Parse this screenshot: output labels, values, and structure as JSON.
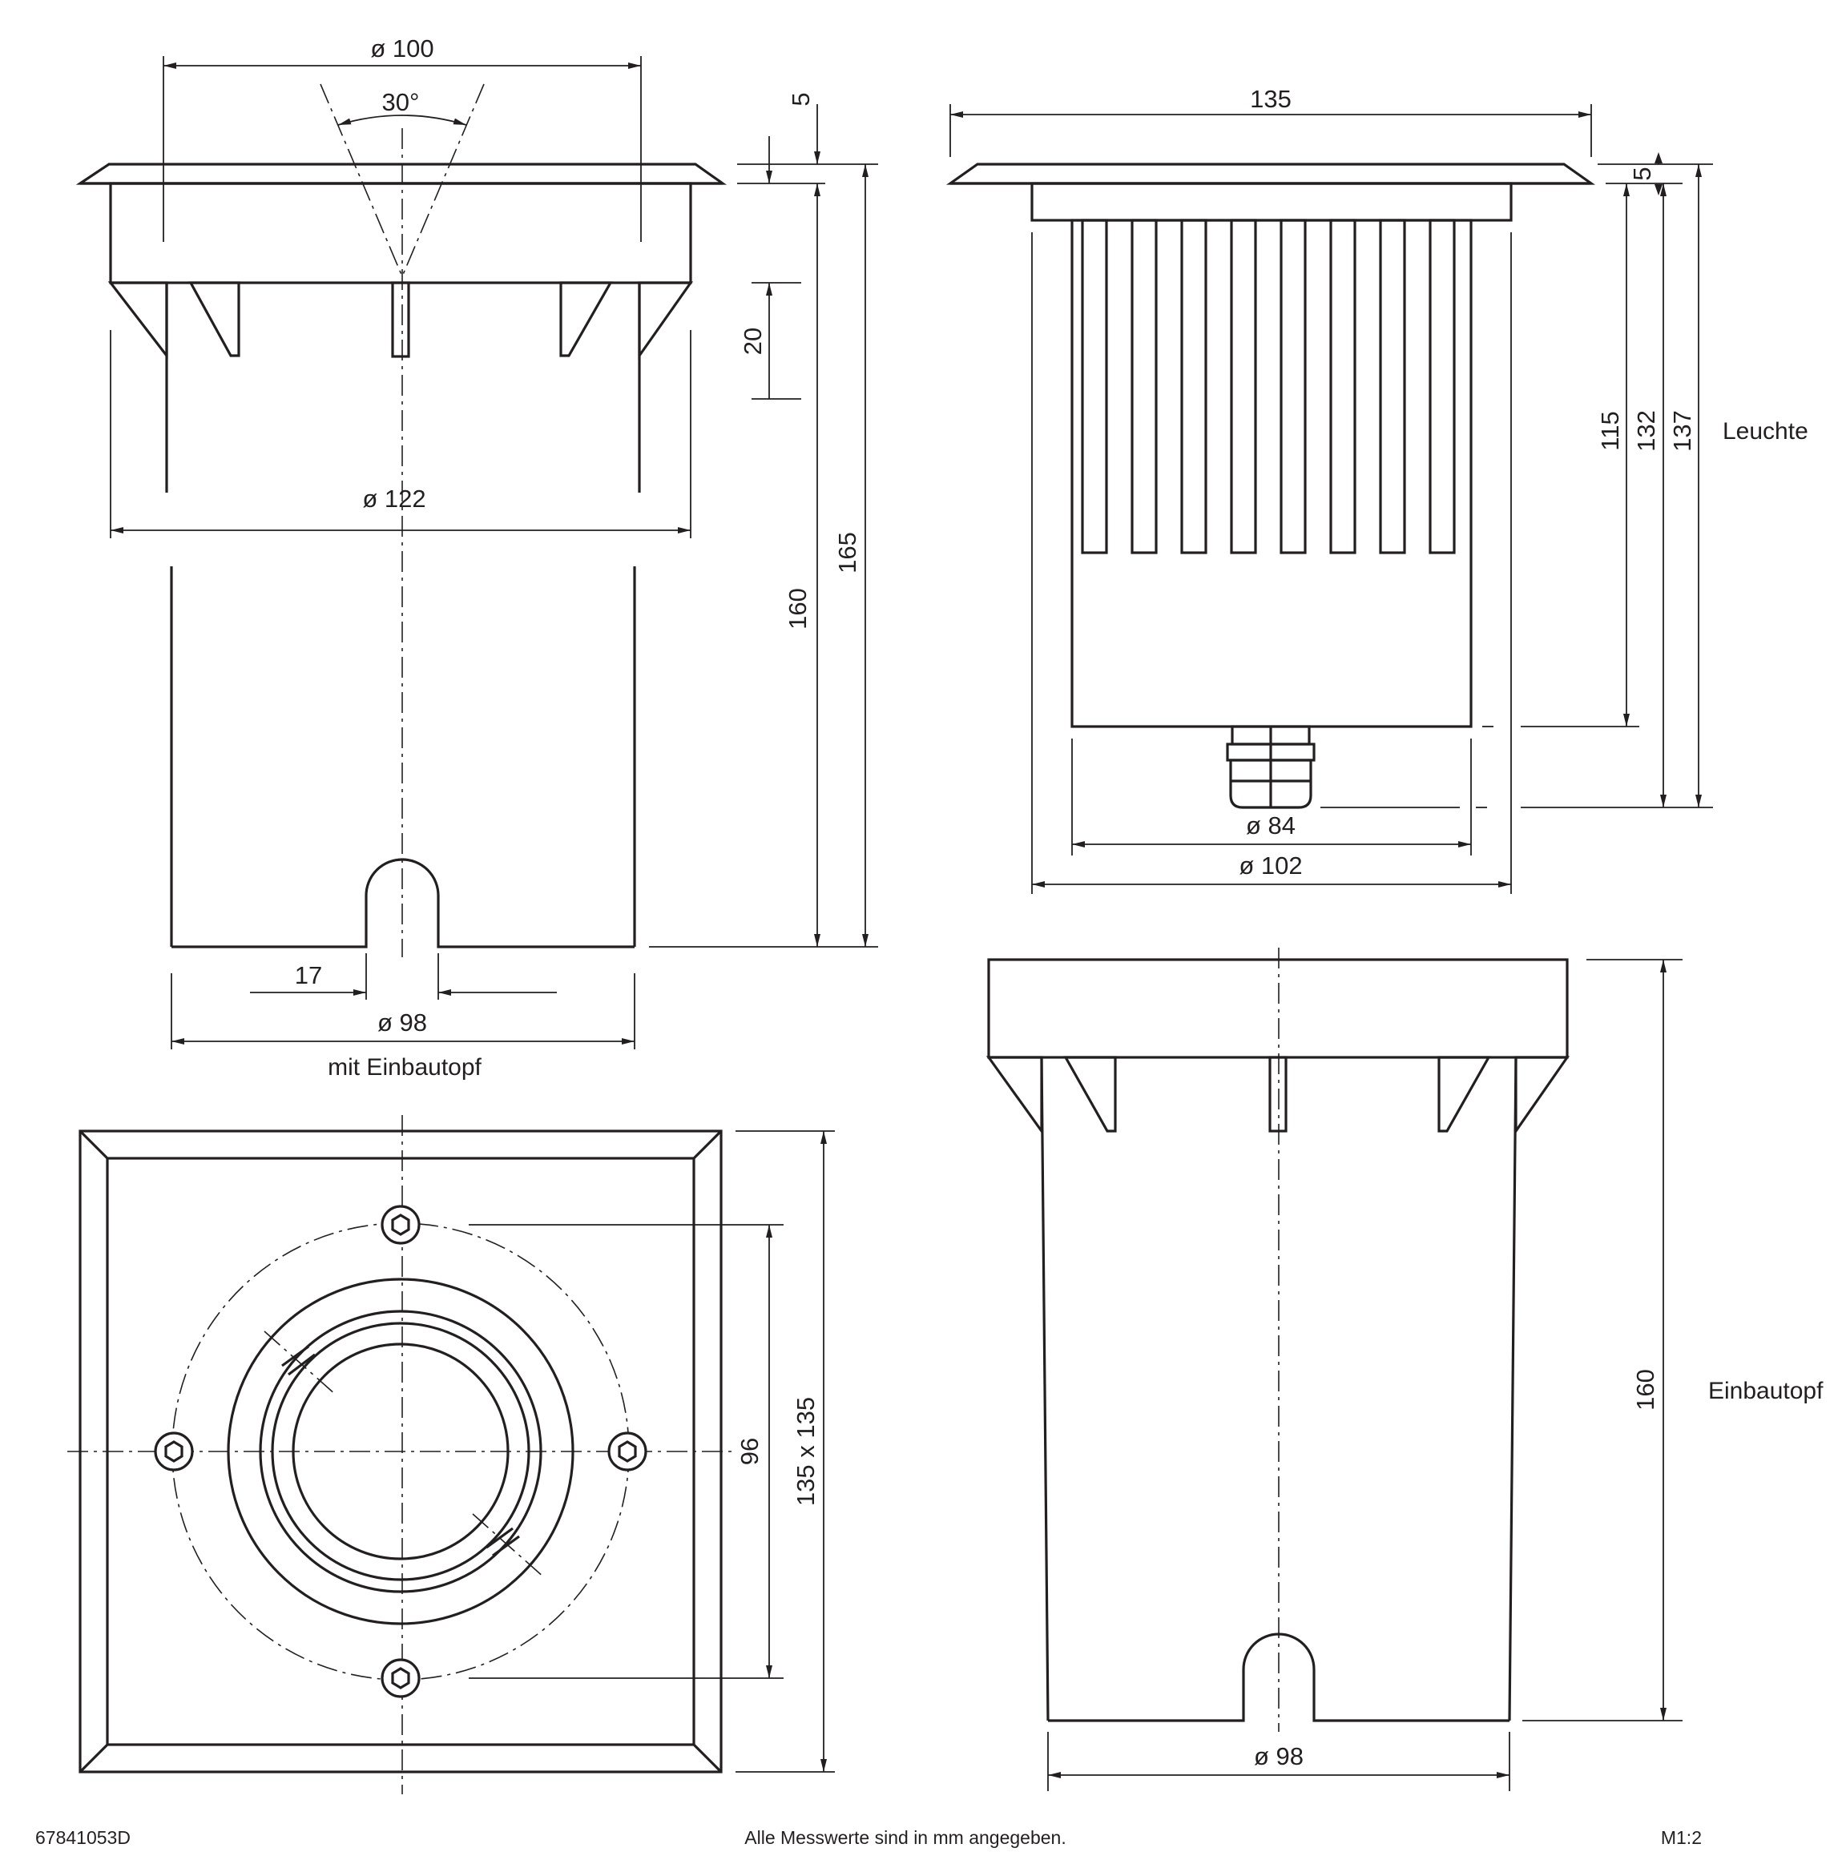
{
  "dims": {
    "top_dia_100": "ø 100",
    "angle_30": "30°",
    "flange_5_a": "5",
    "depth_20": "20",
    "dia_122": "ø 122",
    "h_160": "160",
    "h_165": "165",
    "notch_17": "17",
    "dia_98_a": "ø 98",
    "width_135": "135",
    "flange_5_b": "5",
    "h_115": "115",
    "h_132": "132",
    "h_137": "137",
    "dia_84": "ø 84",
    "dia_102": "ø 102",
    "h_96": "96",
    "square_135": "135 x 135",
    "h_160_b": "160",
    "dia_98_b": "ø 98"
  },
  "labels": {
    "mit_einbautopf": "mit Einbautopf",
    "leuchte": "Leuchte",
    "einbautopf": "Einbautopf"
  },
  "footer": {
    "doc_number": "67841053D",
    "note": "Alle Messwerte sind in mm angegeben.",
    "scale": "M1:2"
  }
}
